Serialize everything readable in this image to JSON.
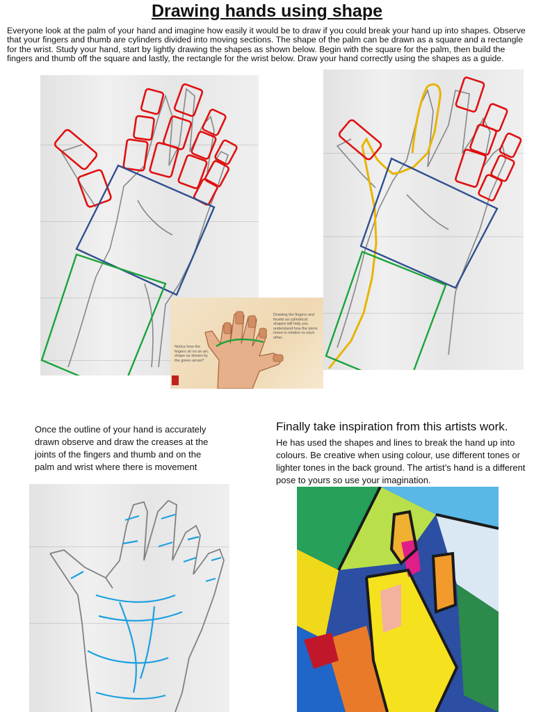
{
  "header": {
    "title": "Drawing hands using shape"
  },
  "intro": {
    "text": "Everyone look at the palm of your hand and imagine how easily it would be to draw if you could break your hand up into shapes. Observe  that your  fingers and thumb are cylinders divided into moving sections. The shape of the palm can be drawn as a square and  a rectangle for the wrist. Study your hand, start by lightly drawing the shapes as shown below. Begin with the square for the palm, then build the fingers and thumb off the square and lastly, the rectangle  for the wrist below. Draw your hand correctly using the  shapes as a guide."
  },
  "inset": {
    "note_right": "Drawing the fingers and thumb as cylindrical shapes will help you understand how the joints move in relation to each other.",
    "note_left": "Notice how the fingers sit on an arc shape as shown by the green arrow?"
  },
  "step3": {
    "caption": "Once the outline of your hand is accurately drawn observe and draw the creases at the joints of the fingers and thumb and on the palm and wrist where there is movement"
  },
  "step4": {
    "heading": "Finally take inspiration from this artists work.",
    "caption": "He has used the shapes and lines to break the hand up into colours. Be creative when using colour, use different tones or lighter tones in the back ground. The artist’s hand is a different pose to yours so use your imagination."
  },
  "colors": {
    "finger_boxes": "#e01010",
    "palm_square": "#2f4f8f",
    "wrist_rect": "#1aa33a",
    "outline_trace": "#e8b400",
    "crease_lines": "#1aa0e0"
  }
}
